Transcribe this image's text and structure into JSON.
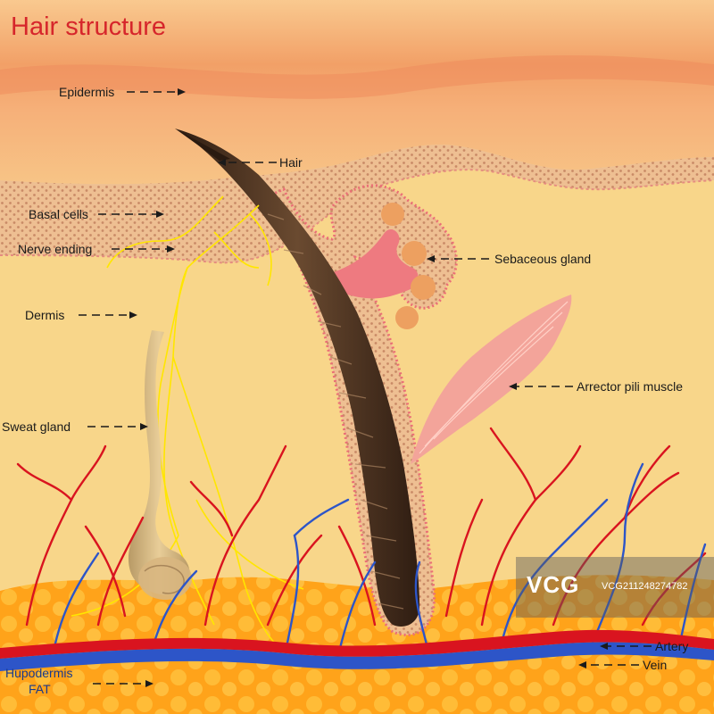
{
  "title": "Hair structure",
  "labels": {
    "epidermis": "Epidermis",
    "hair": "Hair",
    "basal_cells": "Basal cells",
    "nerve_ending": "Nerve ending",
    "sebaceous_gland": "Sebaceous gland",
    "dermis": "Dermis",
    "arrector_pili_muscle": "Arrector pili muscle",
    "sweat_gland": "Sweat gland",
    "artery": "Artery",
    "vein": "Vein",
    "hupodermis": "Hupodermis",
    "fat": "FAT"
  },
  "watermark": {
    "logo": "VCG",
    "id": "VCG211248274782"
  },
  "colors": {
    "title": "#d6262b",
    "dermis": "#f8d68a",
    "epidermis": "#ef9868",
    "basal_layer": "#e8b48a",
    "hair_shaft": "#4a3020",
    "sebaceous_gland": "#ee7a80",
    "muscle": "#f3a49a",
    "artery": "#d9141f",
    "vein": "#2d55c8",
    "nerve": "#ffe600",
    "fat": "#ffa31a"
  }
}
